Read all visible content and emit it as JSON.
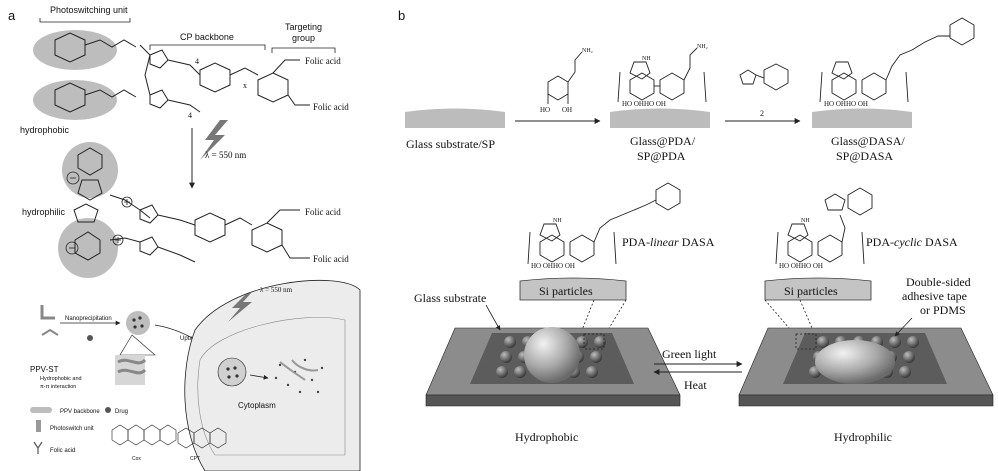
{
  "panel_a": {
    "label": "a",
    "top_labels": {
      "photoswitching_unit": "Photoswitching unit",
      "cp_backbone": "CP backbone",
      "targeting_group_line1": "Targeting",
      "targeting_group_line2": "group"
    },
    "folic_acid": "Folic acid",
    "hydrophobic": "hydrophobic",
    "hydrophilic": "hydrophilic",
    "light": "λ = 550 nm",
    "repeat_x": "x",
    "repeat_4": "4",
    "bottom": {
      "nanoprecipitation": "Nanoprecipitation",
      "uptake": "Uptake",
      "light": "λ = 550 nm",
      "ppv_st": "PPV-ST",
      "interaction_line1": "Hydrophobic and",
      "interaction_line2": "π-π interaction",
      "cytoplasm": "Cytoplasm",
      "legend": {
        "ppv_backbone": "PPV backbone",
        "drug": "Drug",
        "photoswitch_unit": "Photoswitch unit",
        "folic_acid": "Folic acid"
      },
      "drugs": {
        "cox": "Cox",
        "cpt": "CPT"
      }
    }
  },
  "panel_b": {
    "label": "b",
    "step1_label": "Glass substrate/SP",
    "step2_label_line1": "Glass@PDA/",
    "step2_label_line2": "SP@PDA",
    "step3_label_line1": "Glass@DASA/",
    "step3_label_line2": "SP@DASA",
    "reagent_2": "2",
    "pda_linear_prefix": "PDA-",
    "pda_linear_italic": "linear",
    "pda_linear_suffix": " DASA",
    "pda_cyclic_prefix": "PDA-",
    "pda_cyclic_italic": "cyclic",
    "pda_cyclic_suffix": " DASA",
    "si_particles": "Si particles",
    "glass_substrate": "Glass substrate",
    "tape_line1": "Double-sided",
    "tape_line2": "adhesive tape",
    "tape_line3": "or PDMS",
    "green_light": "Green light",
    "heat": "Heat",
    "hydrophobic": "Hydrophobic",
    "hydrophilic": "Hydrophilic"
  }
}
